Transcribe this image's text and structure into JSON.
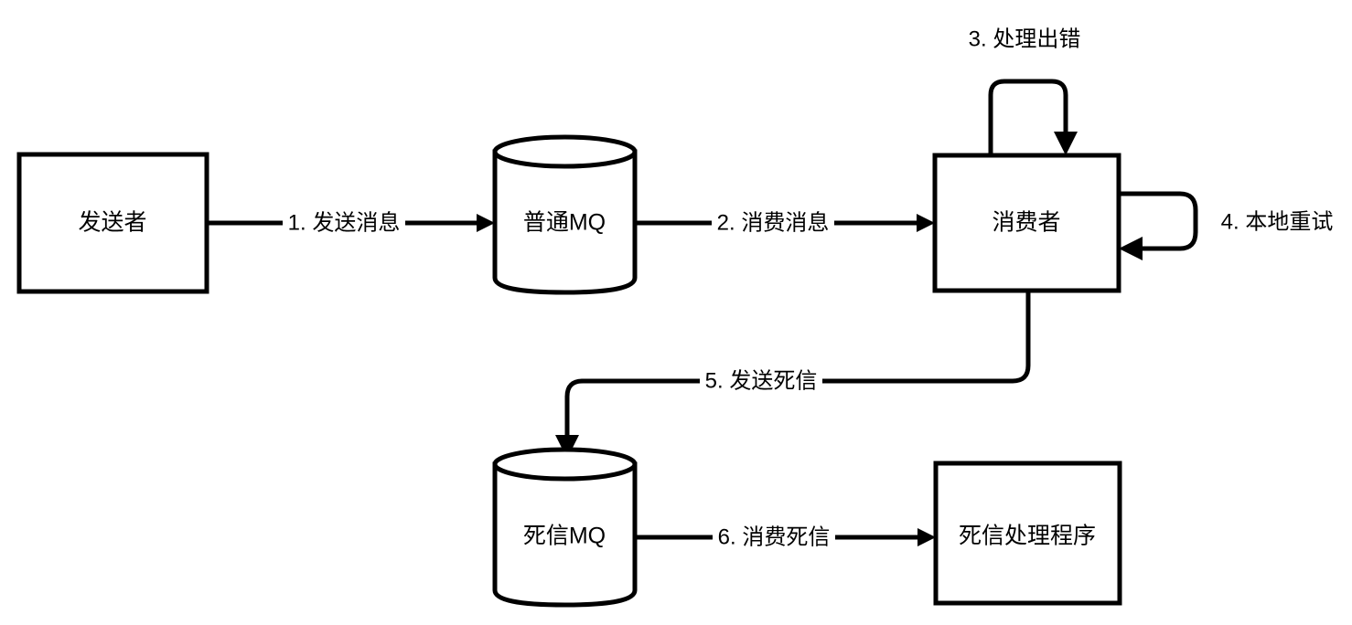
{
  "diagram": {
    "title": "",
    "background_color": "#ffffff",
    "stroke_color": "#000000",
    "fill_color": "#ffffff",
    "nodes": [
      {
        "id": "sender",
        "label": "发送者",
        "shape": "rectangle"
      },
      {
        "id": "normal_mq",
        "label": "普通MQ",
        "shape": "cylinder"
      },
      {
        "id": "consumer",
        "label": "消费者",
        "shape": "rectangle"
      },
      {
        "id": "dlq",
        "label": "死信MQ",
        "shape": "cylinder"
      },
      {
        "id": "dlq_handler",
        "label": "死信处理程序",
        "shape": "rectangle"
      }
    ],
    "edges": [
      {
        "id": "e1",
        "label": "1. 发送消息",
        "from": "sender",
        "to": "normal_mq",
        "type": "straight"
      },
      {
        "id": "e2",
        "label": "2. 消费消息",
        "from": "normal_mq",
        "to": "consumer",
        "type": "straight"
      },
      {
        "id": "e3",
        "label": "3. 处理出错",
        "from": "consumer",
        "to": "consumer",
        "type": "self-loop-top"
      },
      {
        "id": "e4",
        "label": "4. 本地重试",
        "from": "consumer",
        "to": "consumer",
        "type": "self-loop-right"
      },
      {
        "id": "e5",
        "label": "5. 发送死信",
        "from": "consumer",
        "to": "dlq",
        "type": "orthogonal"
      },
      {
        "id": "e6",
        "label": "6. 消费死信",
        "from": "dlq",
        "to": "dlq_handler",
        "type": "straight"
      }
    ]
  }
}
